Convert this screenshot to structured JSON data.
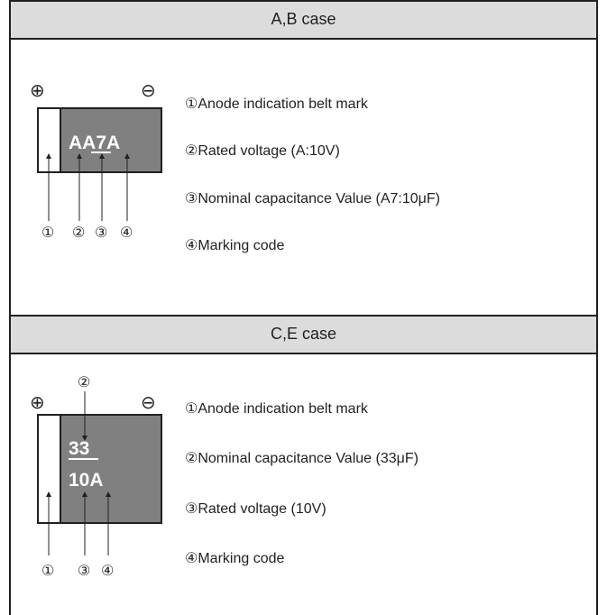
{
  "sections": [
    {
      "title": "A,B case",
      "plus_symbol": "⊕",
      "minus_symbol": "⊖",
      "marking_text": "AA7A",
      "callouts": [
        "①",
        "②",
        "③",
        "④"
      ],
      "legend": [
        "①Anode indication belt mark",
        "②Rated voltage (A:10V)",
        "③Nominal capacitance Value (A7:10μF)",
        "④Marking code"
      ]
    },
    {
      "title": "C,E case",
      "plus_symbol": "⊕",
      "minus_symbol": "⊖",
      "marking_line1": "33",
      "marking_line2": "10A",
      "callouts": [
        "①",
        "②",
        "③",
        "④"
      ],
      "legend": [
        "①Anode indication belt mark",
        "②Nominal capacitance Value (33μF)",
        "③Rated voltage (10V)",
        "④Marking code"
      ]
    }
  ],
  "colors": {
    "header_bg": "#dcdcdd",
    "body_fill": "#808080",
    "stroke": "#231f20",
    "marking_text": "#ffffff"
  }
}
